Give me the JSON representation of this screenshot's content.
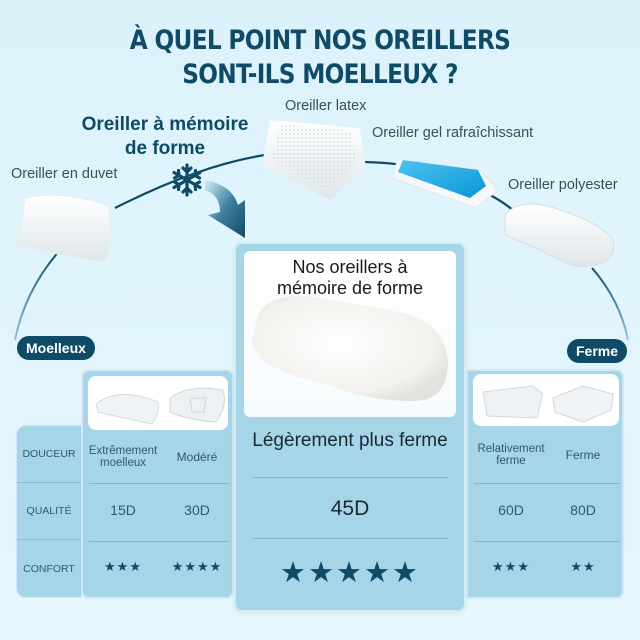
{
  "title": {
    "line1": "À QUEL POINT NOS OREILLERS",
    "line2": "SONT-ILS MOELLEUX ?"
  },
  "scale": {
    "left_label": "Moelleux",
    "right_label": "Ferme",
    "featured_label_line1": "Oreiller à mémoire",
    "featured_label_line2": "de forme",
    "featured_icon": "snowflake-icon",
    "pillows": [
      {
        "label": "Oreiller en duvet"
      },
      {
        "label": "Oreiller latex"
      },
      {
        "label": "Oreiller gel rafraîchissant"
      },
      {
        "label": "Oreiller polyester"
      }
    ]
  },
  "table": {
    "row_labels": [
      "DOUCEUR",
      "QUALITÉ",
      "CONFORT"
    ],
    "left_group": {
      "columns": [
        {
          "douceur": "Extrêmement moelleux",
          "douceur_line1": "Extrêmement",
          "douceur_line2": "moelleux",
          "qualite": "15D",
          "confort": "★★★",
          "stars": 3
        },
        {
          "douceur": "Modéré",
          "qualite": "30D",
          "confort": "★★★★",
          "stars": 4
        }
      ]
    },
    "featured": {
      "title_line1": "Nos oreillers à",
      "title_line2": "mémoire de forme",
      "douceur": "Légèrement plus ferme",
      "qualite": "45D",
      "confort": "★★★★★",
      "stars": 5
    },
    "right_group": {
      "columns": [
        {
          "douceur": "Relativement ferme",
          "douceur_line1": "Relativement",
          "douceur_line2": "ferme",
          "qualite": "60D",
          "confort": "★★★",
          "stars": 3
        },
        {
          "douceur": "Ferme",
          "qualite": "80D",
          "confort": "★★",
          "stars": 2
        }
      ]
    }
  },
  "colors": {
    "background": "#dcf2fb",
    "primary_dark": "#0f4a66",
    "panel": "#a6d5e8",
    "gel_blue": "#1aa6e0"
  }
}
